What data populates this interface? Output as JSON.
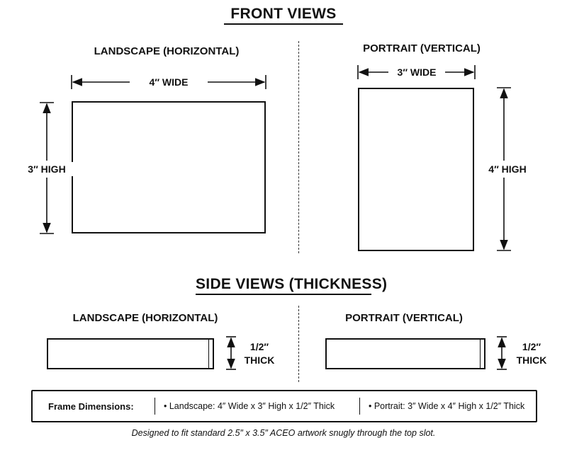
{
  "front": {
    "title": "FRONT VIEWS",
    "landscape_label": "LANDSCAPE (HORIZONTAL)",
    "portrait_label": "PORTRAIT (VERTICAL)",
    "landscape_width": "4″ WIDE",
    "landscape_height": "3″ HIGH",
    "portrait_width": "3″ WIDE",
    "portrait_height": "4″ HIGH"
  },
  "side": {
    "title": "SIDE VIEWS (THICKNESS)",
    "landscape_label": "LANDSCAPE (HORIZONTAL)",
    "portrait_label": "PORTRAIT (VERTICAL)",
    "thickness_value": "1/2″",
    "thickness_word": "THICK"
  },
  "legend": {
    "title": "Frame Dimensions:",
    "landscape": "• Landscape: 4″ Wide x 3″ High x 1/2″ Thick",
    "portrait": "• Portrait: 3″ Wide x 4″ High x 1/2″ Thick"
  },
  "note": "Designed to fit standard 2.5″ x 3.5″ ACEO artwork snugly through the top slot."
}
